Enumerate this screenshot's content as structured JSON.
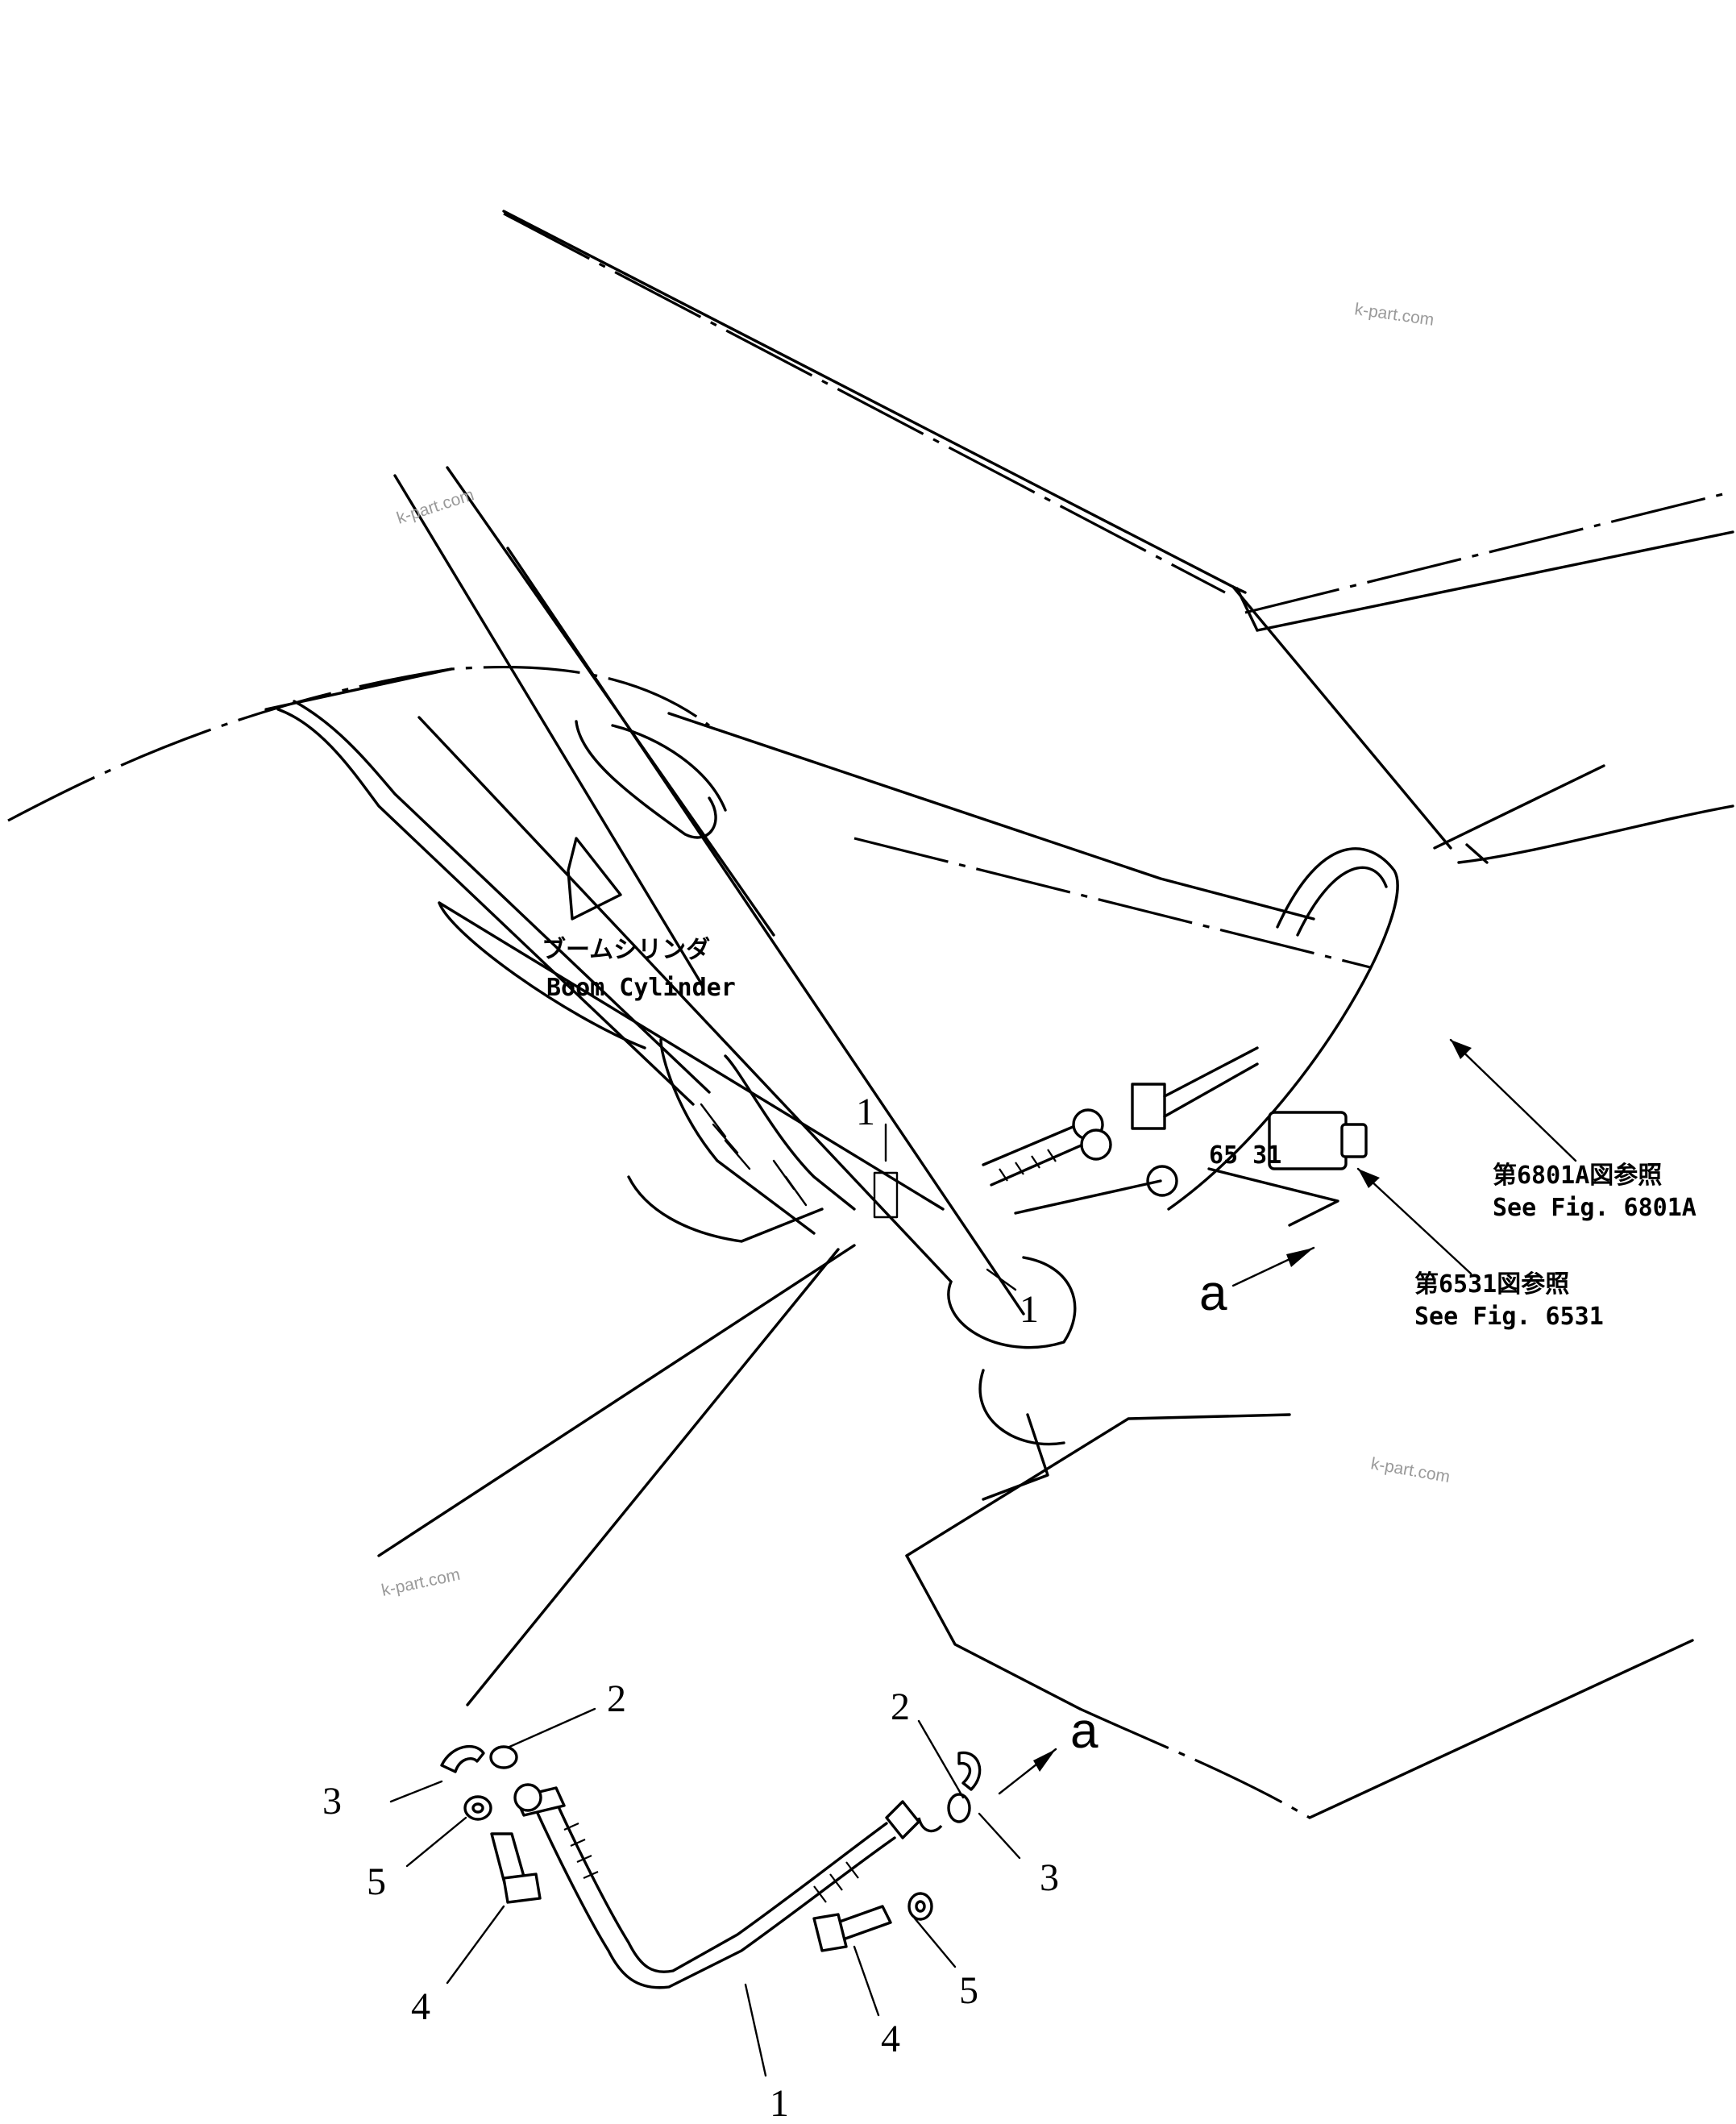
{
  "labels": {
    "boom_cylinder_jp": "ブームシリンダ",
    "boom_cylinder_en": "Boom  Cylinder",
    "ref_6801a_jp": "第6801A図参照",
    "ref_6801a_en": "See  Fig. 6801A",
    "ref_6531_jp": "第6531図参照",
    "ref_6531_en": "See  Fig. 6531",
    "box_6531": "65 31",
    "view_upper": "a",
    "view_lower": "a"
  },
  "callouts": {
    "upper_hose_1": "1",
    "upper_hose_1b": "1",
    "lower": {
      "hose": "1",
      "oring_left": "2",
      "oring_right": "2",
      "clamp_left": "3",
      "clamp_right": "3",
      "bolt_left": "4",
      "bolt_right": "4",
      "washer_left": "5",
      "washer_right": "5"
    }
  },
  "watermarks": [
    "k-part.com",
    "k-part.com",
    "k-part.com",
    "k-part.com"
  ]
}
